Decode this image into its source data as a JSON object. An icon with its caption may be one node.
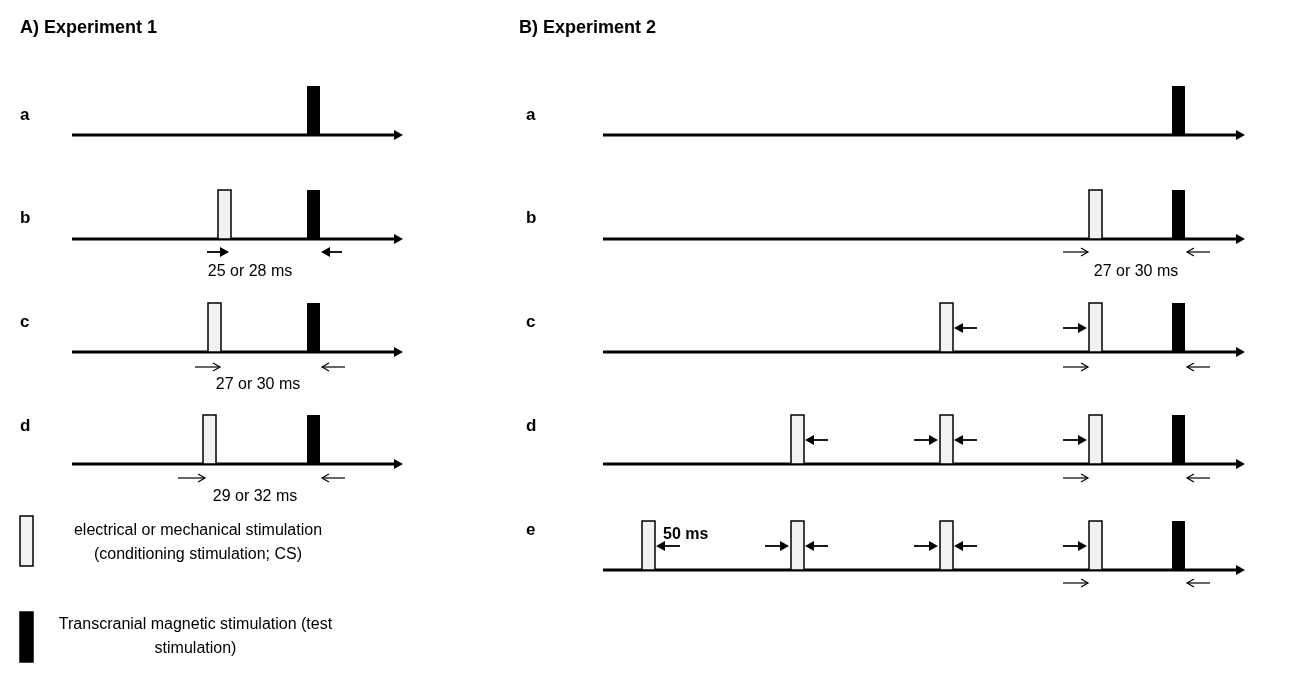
{
  "diagram": {
    "labels": [
      "A) Experiment 1",
      "a",
      "b",
      "25 or 28 ms",
      "c",
      "27 or 30 ms",
      "d",
      "29 or 32 ms",
      "B) Experiment 2",
      "a",
      "b",
      "27 or 30 ms",
      "c",
      "d",
      "e",
      "50 ms"
    ],
    "legend": [
      {
        "text": "electrical or mechanical stimulation (conditioning stimulation; CS)",
        "color": "#f2f2f2"
      },
      {
        "text": "Transcranial magnetic stimulation (test stimulation)",
        "color": "#000000"
      }
    ]
  }
}
